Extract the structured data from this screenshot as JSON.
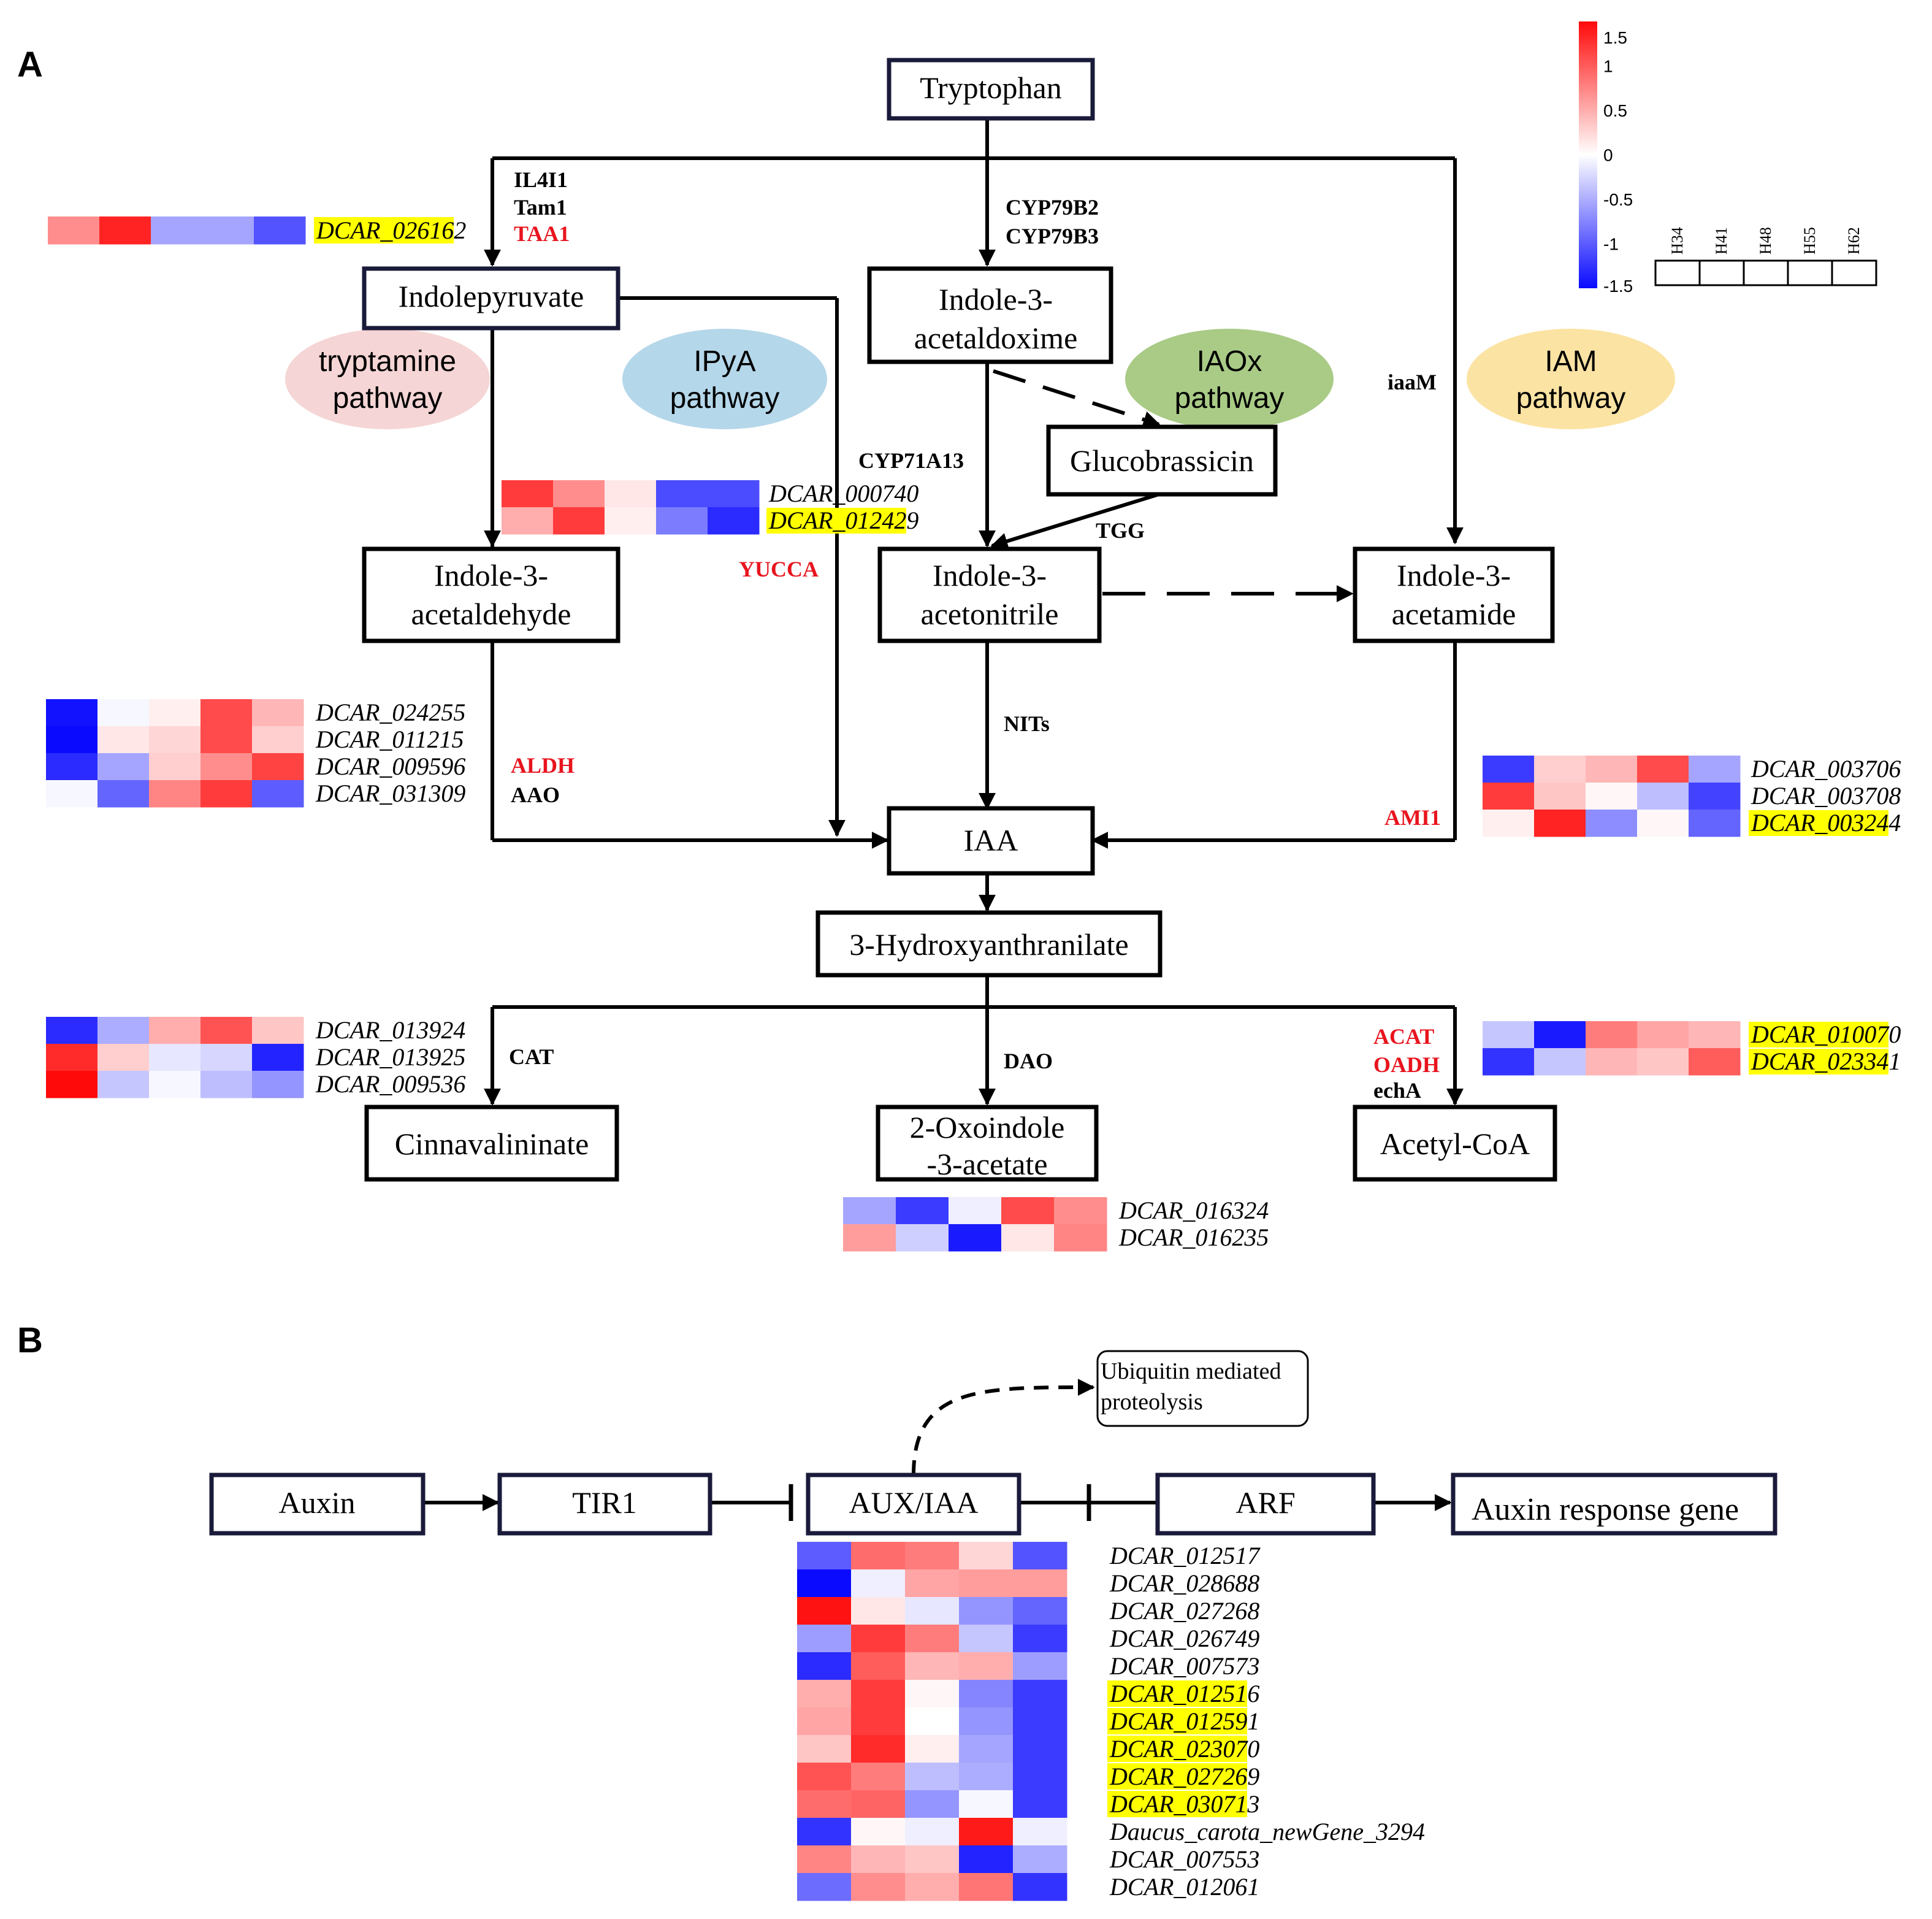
{
  "colors": {
    "low": "#0a0aff",
    "mid": "#ffffff",
    "high": "#ff0a0a",
    "highlight": "#ffff00",
    "enzyme_red": "#e8141e",
    "tryptamine_fill": "#f5d5d5",
    "ipya_fill": "#b5d7ea",
    "iaox_fill": "#a9cb86",
    "iam_fill": "#fbe3a3",
    "box_border": "#1a1a3a"
  },
  "panel_a": {
    "label": "A",
    "nodes": {
      "tryptophan": "Tryptophan",
      "indolepyruvate": "Indolepyruvate",
      "indole_acetaldoxime_1": "Indole-3-",
      "indole_acetaldoxime_2": "acetaldoxime",
      "glucobrassicin": "Glucobrassicin",
      "indole_acetaldehyde_1": "Indole-3-",
      "indole_acetaldehyde_2": "acetaldehyde",
      "indole_acetonitrile_1": "Indole-3-",
      "indole_acetonitrile_2": "acetonitrile",
      "indole_acetamide_1": "Indole-3-",
      "indole_acetamide_2": "acetamide",
      "iaa": "IAA",
      "hydroxyanthranilate": "3-Hydroxyanthranilate",
      "cinnavalininate": "Cinnavalininate",
      "oxoindole_1": "2-Oxoindole",
      "oxoindole_2": "-3-acetate",
      "acetyl_coa": "Acetyl-CoA"
    },
    "pathways": {
      "tryptamine_1": "tryptamine",
      "tryptamine_2": "pathway",
      "ipya_1": "IPyA",
      "ipya_2": "pathway",
      "iaox_1": "IAOx",
      "iaox_2": "pathway",
      "iam_1": "IAM",
      "iam_2": "pathway"
    },
    "enzymes": {
      "il4i1": "IL4I1",
      "tam1": "Tam1",
      "taa1": "TAA1",
      "cyp79b2": "CYP79B2",
      "cyp79b3": "CYP79B3",
      "iaam": "iaaM",
      "cyp71a13": "CYP71A13",
      "tgg": "TGG",
      "yucca": "YUCCA",
      "nits": "NITs",
      "aldh": "ALDH",
      "aao": "AAO",
      "ami1": "AMI1",
      "cat": "CAT",
      "dao": "DAO",
      "acat": "ACAT",
      "oadh": "OADH",
      "echa": "echA"
    },
    "legend": {
      "ticks": [
        "1.5",
        "1",
        "0.5",
        "0",
        "-0.5",
        "-1",
        "-1.5"
      ],
      "tick_values": [
        1.5,
        1,
        0.5,
        0,
        -0.5,
        -1,
        -1.5
      ],
      "samples": [
        "H34",
        "H41",
        "H48",
        "H55",
        "H62"
      ]
    },
    "heatmaps": {
      "taa1": [
        {
          "gene": "DCAR_026162",
          "highlight": true,
          "values": [
            0.7,
            1.35,
            -0.55,
            -0.55,
            -1.05
          ]
        }
      ],
      "yucca": [
        {
          "gene": "DCAR_000740",
          "highlight": false,
          "values": [
            1.2,
            0.7,
            0.15,
            -1.1,
            -1.1
          ]
        },
        {
          "gene": "DCAR_012429",
          "highlight": true,
          "values": [
            0.5,
            1.2,
            0.1,
            -0.8,
            -1.3
          ]
        }
      ],
      "aldh": [
        {
          "gene": "DCAR_024255",
          "highlight": false,
          "values": [
            -1.45,
            -0.05,
            0.1,
            1.1,
            0.45
          ]
        },
        {
          "gene": "DCAR_011215",
          "highlight": false,
          "values": [
            -1.5,
            0.15,
            0.25,
            1.1,
            0.3
          ]
        },
        {
          "gene": "DCAR_009596",
          "highlight": false,
          "values": [
            -1.3,
            -0.55,
            0.3,
            0.7,
            1.15
          ]
        },
        {
          "gene": "DCAR_031309",
          "highlight": false,
          "values": [
            -0.05,
            -0.95,
            0.75,
            1.2,
            -1.0
          ]
        }
      ],
      "ami1": [
        {
          "gene": "DCAR_003706",
          "highlight": false,
          "values": [
            -1.2,
            0.3,
            0.45,
            1.1,
            -0.55
          ]
        },
        {
          "gene": "DCAR_003708",
          "highlight": false,
          "values": [
            1.2,
            0.35,
            0.05,
            -0.4,
            -1.15
          ]
        },
        {
          "gene": "DCAR_003244",
          "highlight": true,
          "values": [
            0.1,
            1.35,
            -0.7,
            0.05,
            -0.95
          ]
        }
      ],
      "cat": [
        {
          "gene": "DCAR_013924",
          "highlight": false,
          "values": [
            -1.3,
            -0.5,
            0.5,
            1.05,
            0.35
          ]
        },
        {
          "gene": "DCAR_013925",
          "highlight": false,
          "values": [
            1.3,
            0.3,
            -0.15,
            -0.25,
            -1.35
          ]
        },
        {
          "gene": "DCAR_009536",
          "highlight": false,
          "values": [
            1.5,
            -0.35,
            -0.05,
            -0.4,
            -0.65
          ]
        }
      ],
      "dao": [
        {
          "gene": "DCAR_016324",
          "highlight": false,
          "values": [
            -0.55,
            -1.2,
            -0.1,
            1.1,
            0.7
          ]
        },
        {
          "gene": "DCAR_016235",
          "highlight": false,
          "values": [
            0.6,
            -0.3,
            -1.4,
            0.15,
            0.75
          ]
        }
      ],
      "acat": [
        {
          "gene": "DCAR_010070",
          "highlight": true,
          "values": [
            -0.35,
            -1.4,
            0.8,
            0.55,
            0.45
          ]
        },
        {
          "gene": "DCAR_023341",
          "highlight": true,
          "values": [
            -1.25,
            -0.35,
            0.45,
            0.35,
            1.0
          ]
        }
      ]
    }
  },
  "panel_b": {
    "label": "B",
    "nodes": {
      "auxin": "Auxin",
      "tir1": "TIR1",
      "aux_iaa": "AUX/IAA",
      "arf": "ARF",
      "response": "Auxin response gene",
      "ubiquitin_1": "Ubiquitin mediated",
      "ubiquitin_2": "proteolysis"
    },
    "heatmap": [
      {
        "gene": "DCAR_012517",
        "highlight": false,
        "values": [
          -1.0,
          0.9,
          0.8,
          0.25,
          -1.05
        ]
      },
      {
        "gene": "DCAR_028688",
        "highlight": false,
        "values": [
          -1.5,
          -0.1,
          0.55,
          0.6,
          0.6
        ]
      },
      {
        "gene": "DCAR_027268",
        "highlight": false,
        "values": [
          1.45,
          0.15,
          -0.15,
          -0.65,
          -0.95
        ]
      },
      {
        "gene": "DCAR_026749",
        "highlight": false,
        "values": [
          -0.6,
          1.2,
          0.8,
          -0.35,
          -1.2
        ]
      },
      {
        "gene": "DCAR_007573",
        "highlight": false,
        "values": [
          -1.3,
          1.0,
          0.45,
          0.5,
          -0.6
        ]
      },
      {
        "gene": "DCAR_012516",
        "highlight": true,
        "values": [
          0.5,
          1.2,
          0.05,
          -0.75,
          -1.2
        ]
      },
      {
        "gene": "DCAR_012591",
        "highlight": true,
        "values": [
          0.55,
          1.2,
          0.0,
          -0.65,
          -1.2
        ]
      },
      {
        "gene": "DCAR_023070",
        "highlight": true,
        "values": [
          0.35,
          1.3,
          0.1,
          -0.55,
          -1.2
        ]
      },
      {
        "gene": "DCAR_027269",
        "highlight": true,
        "values": [
          1.05,
          0.8,
          -0.4,
          -0.5,
          -1.2
        ]
      },
      {
        "gene": "DCAR_030713",
        "highlight": true,
        "values": [
          0.9,
          0.95,
          -0.65,
          -0.05,
          -1.2
        ]
      },
      {
        "gene": "Daucus_carota_newGene_3294",
        "highlight": false,
        "values": [
          -1.25,
          0.05,
          -0.1,
          1.4,
          -0.1
        ]
      },
      {
        "gene": "DCAR_007553",
        "highlight": false,
        "values": [
          0.75,
          0.45,
          0.35,
          -1.35,
          -0.5
        ]
      },
      {
        "gene": "DCAR_012061",
        "highlight": false,
        "values": [
          -0.9,
          0.7,
          0.5,
          0.85,
          -1.25
        ]
      }
    ]
  }
}
